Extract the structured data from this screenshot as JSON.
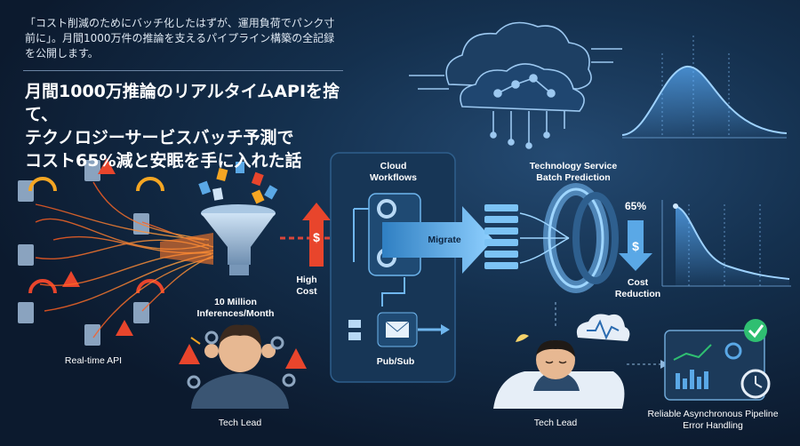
{
  "intro": "「コスト削減のためにバッチ化したはずが、運用負荷でパンク寸前に」。月間1000万件の推論を支えるパイプライン構築の全記録を公開します。",
  "headline": {
    "line1": "月間1000万推論のリアルタイムAPIを捨て、",
    "line2": "テクノロジーサービスバッチ予測で",
    "line3": "コスト65%減と安眠を手に入れた話"
  },
  "labels": {
    "realtime_api": "Real-time API",
    "inferences_line1": "10 Million",
    "inferences_line2": "Inferences/Month",
    "high_cost_line1": "High",
    "high_cost_line2": "Cost",
    "tech_lead_left": "Tech Lead",
    "cloud_workflows_line1": "Cloud",
    "cloud_workflows_line2": "Workflows",
    "migrate": "Migrate",
    "pubsub": "Pub/Sub",
    "tech_service_line1": "Technology Service",
    "tech_service_line2": "Batch Prediction",
    "percent": "65%",
    "cost_reduction_line1": "Cost",
    "cost_reduction_line2": "Reduction",
    "tech_lead_right": "Tech Lead",
    "reliable_line1": "Reliable Asynchronous Pipeline",
    "reliable_line2": "Error Handling"
  },
  "colors": {
    "accent_red": "#e8452c",
    "accent_orange": "#f5a623",
    "accent_blue": "#5aa8e6",
    "accent_green": "#2fbf71"
  }
}
